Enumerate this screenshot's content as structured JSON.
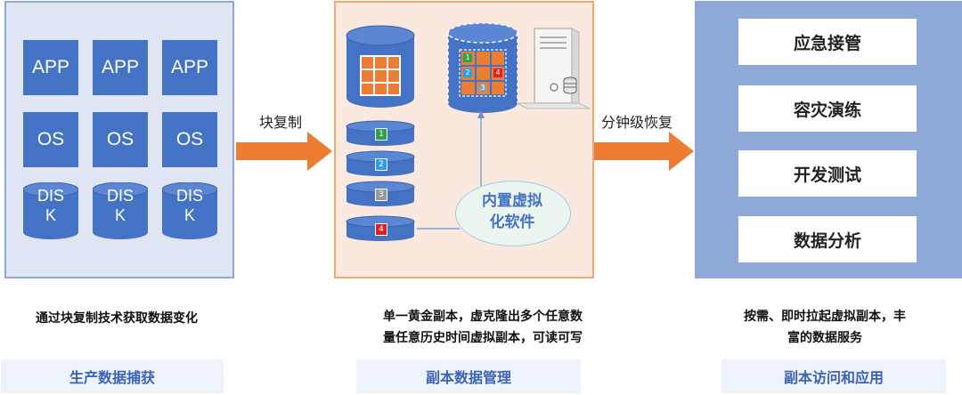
{
  "production": {
    "tiles_row1": [
      "APP",
      "APP",
      "APP"
    ],
    "tiles_row2": [
      "OS",
      "OS",
      "OS"
    ],
    "disks": [
      "DIS\nK",
      "DIS\nK",
      "DIS\nK"
    ],
    "caption": "通过块复制技术获取数据变化",
    "footer": "生产数据捕获"
  },
  "arrow1_label": "块复制",
  "arrow2_label": "分钟级恢复",
  "copy_mgmt": {
    "disk_numbers": [
      "1",
      "2",
      "3",
      "4"
    ],
    "disk_colors": [
      "#2ca24a",
      "#2f9ee8",
      "#9a9a9a",
      "#e02020"
    ],
    "virt_cells": [
      "1",
      "",
      "",
      "2",
      "",
      "4",
      "3",
      "",
      ""
    ],
    "virt_label_line1": "内置虚拟",
    "virt_label_line2": "化软件",
    "caption_line1": "单一黄金副本，虚克隆出多个任意数",
    "caption_line2": "量任意历史时间虚拟副本，可读可写",
    "footer": "副本数据管理"
  },
  "services": {
    "items": [
      "应急接管",
      "容灾演练",
      "开发测试",
      "数据分析"
    ],
    "caption_line1": "按需、即时拉起虚拟副本，丰",
    "caption_line2": "富的数据服务",
    "footer": "副本访问和应用"
  },
  "colors": {
    "blue": "#4472c4",
    "orange": "#ed7d31",
    "panel3": "#8ea9d8"
  }
}
